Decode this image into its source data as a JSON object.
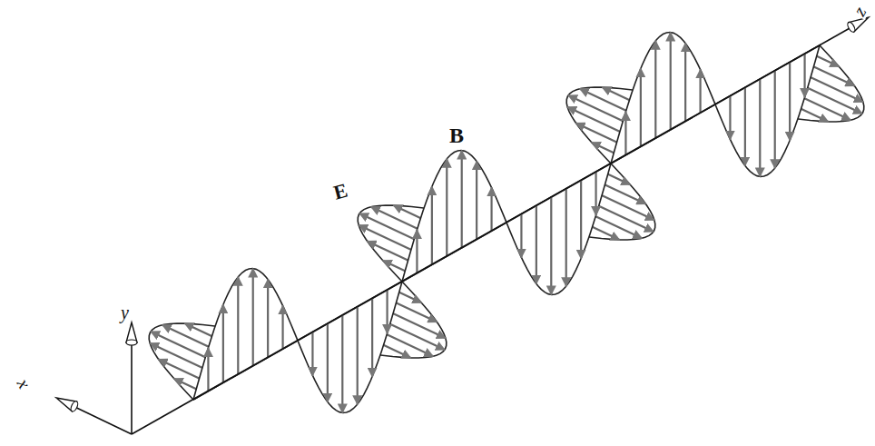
{
  "diagram": {
    "labels": [
      "E",
      "B",
      "y",
      "x",
      "z"
    ]
  }
}
